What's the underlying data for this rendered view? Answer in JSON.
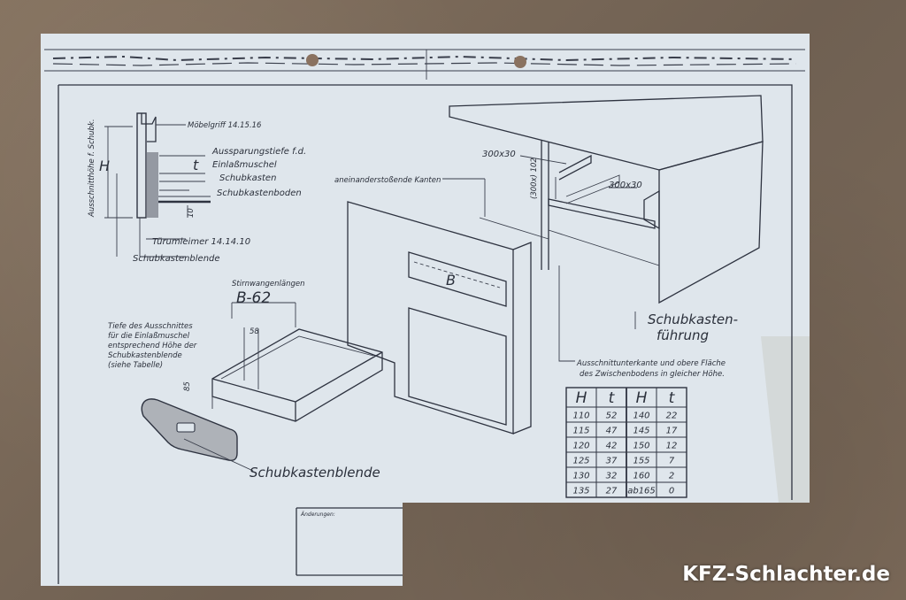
{
  "labels": {
    "moebelgriff": "Möbelgriff 14.15.16",
    "aussparungstiefe_1": "Aussparungstiefe f.d.",
    "aussparungstiefe_2": "Einlaßmuschel",
    "schubkasten": "Schubkasten",
    "schubkastenboden": "Schubkastenboden",
    "tuerumleimer": "Türumleimer 14.14.10",
    "schubkastenblende_small": "Schubkastenblende",
    "vertical_label": "Ausschnitthöhe f. Schubk.",
    "dim_H": "H",
    "dim_t": "t",
    "dim_10": "10",
    "aneinander": "aneinanderstoßende Kanten",
    "dim_300x30_a": "300x30",
    "dim_300x30_b": "300x30",
    "dim_300x_102": "(300x) 102",
    "dim_B": "B",
    "stirnwangen": "Stirnwangenlängen",
    "b_minus_62": "B-62",
    "dim_58": "58",
    "dim_85": "85",
    "tiefe_1": "Tiefe des Ausschnittes",
    "tiefe_2": "für die Einlaßmuschel",
    "tiefe_3": "entsprechend Höhe der",
    "tiefe_4": "Schubkastenblende",
    "tiefe_5": "(siehe Tabelle)",
    "schubkastenfuehrung_1": "Schubkasten-",
    "schubkastenfuehrung_2": "führung",
    "ausschnitt_1": "Ausschnittunterkante und obere Fläche",
    "ausschnitt_2": "des Zwischenbodens in gleicher Höhe.",
    "schubkastenblende_big": "Schubkastenblende",
    "aenderungen": "Änderungen:"
  },
  "table": {
    "headers": [
      "H",
      "t",
      "H",
      "t"
    ],
    "rows": [
      [
        "110",
        "52",
        "140",
        "22"
      ],
      [
        "115",
        "47",
        "145",
        "17"
      ],
      [
        "120",
        "42",
        "150",
        "12"
      ],
      [
        "125",
        "37",
        "155",
        "7"
      ],
      [
        "130",
        "32",
        "160",
        "2"
      ],
      [
        "135",
        "27",
        "ab165",
        "0"
      ]
    ]
  },
  "watermark": "KFZ-Schlachter.de",
  "colors": {
    "paper": "#dfe6ec",
    "ink": "#2e3340",
    "background": "#7a6a5c"
  }
}
